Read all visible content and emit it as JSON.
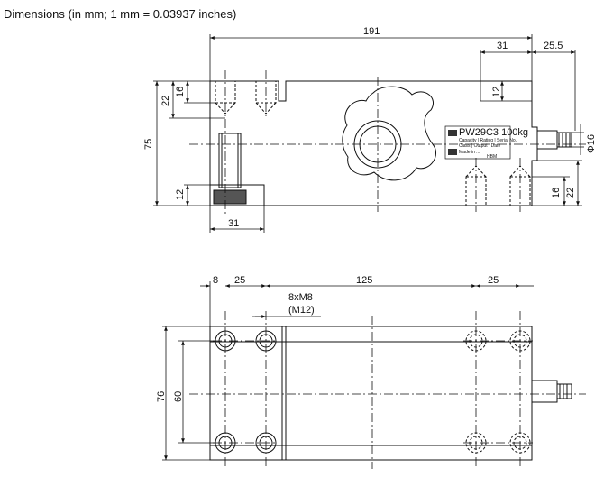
{
  "heading": "Dimensions (in mm; 1 mm = 0.03937 inches)",
  "side_view": {
    "dims": {
      "length": "191",
      "right_offset": "31",
      "cable_offset": "25.5",
      "top_notch": "12",
      "height": "75",
      "top_hole_depth": "16",
      "top_hole_spacing": "22",
      "bottom_thickness": "12",
      "bottom_block": "31",
      "cable_dia": "Φ16",
      "right_hole_depth": "16",
      "right_hole_spacing": "22"
    },
    "label": {
      "model": "PW29C3 100kg",
      "lines": [
        "Capacity | Rating | Serial No.",
        "Class | Output | Date",
        "Made in ...",
        "HBM"
      ]
    }
  },
  "top_view": {
    "dims": {
      "edge": "8",
      "hole_pitch_left": "25",
      "span": "125",
      "hole_pitch_right": "25",
      "thread": "8xM8",
      "thread_alt": "(M12)",
      "width": "76",
      "hole_row_spacing": "60"
    }
  }
}
